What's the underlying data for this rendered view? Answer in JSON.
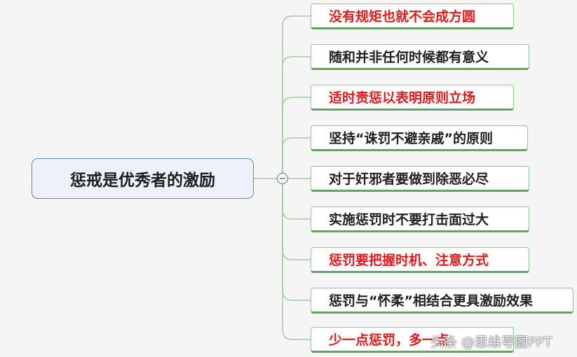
{
  "central_topic": "惩戒是优秀者的激励",
  "collapse_symbol": "−",
  "branches": [
    {
      "label": "没有规矩也就不会成方圆",
      "highlight": true
    },
    {
      "label": "随和并非任何时候都有意义",
      "highlight": false
    },
    {
      "label": "适时责惩以表明原则立场",
      "highlight": true
    },
    {
      "label": "坚持“诛罚不避亲戚”的原则",
      "highlight": false
    },
    {
      "label": "对于奸邪者要做到除恶必尽",
      "highlight": false
    },
    {
      "label": "实施惩罚时不要打击面过大",
      "highlight": false
    },
    {
      "label": "惩罚要把握时机、注意方式",
      "highlight": true
    },
    {
      "label": "惩罚与“怀柔”相结合更具激励效果",
      "highlight": false
    },
    {
      "label": "少一点惩罚，多一点",
      "highlight": true
    }
  ],
  "watermark": "头条 @思维导图PPT",
  "colors": {
    "connector": "#9fcf9b",
    "highlight_text": "#e01a1a",
    "central_border": "#5b86c2"
  }
}
